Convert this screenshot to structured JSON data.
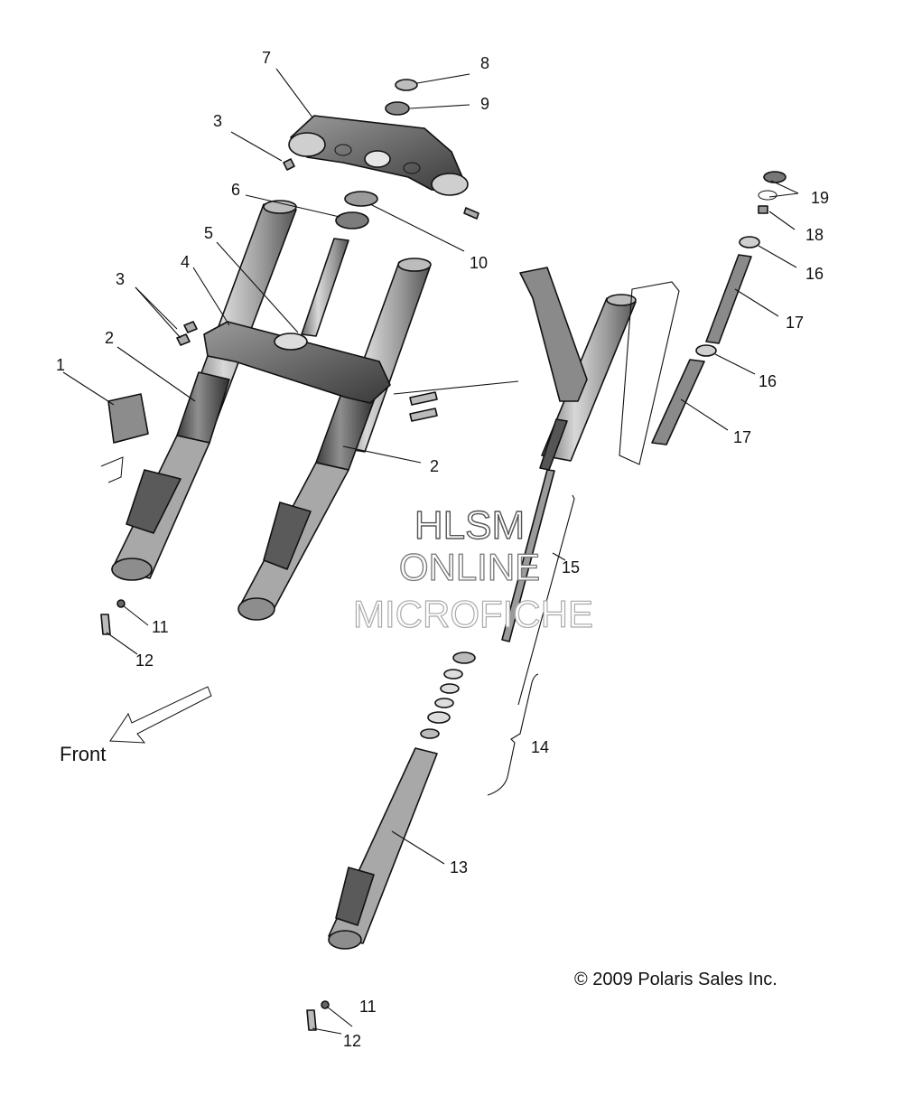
{
  "diagram": {
    "callouts": [
      {
        "id": "c1",
        "text": "1"
      },
      {
        "id": "c2a",
        "text": "2"
      },
      {
        "id": "c2b",
        "text": "2"
      },
      {
        "id": "c3a",
        "text": "3"
      },
      {
        "id": "c3b",
        "text": "3"
      },
      {
        "id": "c4",
        "text": "4"
      },
      {
        "id": "c5",
        "text": "5"
      },
      {
        "id": "c6",
        "text": "6"
      },
      {
        "id": "c7",
        "text": "7"
      },
      {
        "id": "c8",
        "text": "8"
      },
      {
        "id": "c9",
        "text": "9"
      },
      {
        "id": "c10",
        "text": "10"
      },
      {
        "id": "c11a",
        "text": "11"
      },
      {
        "id": "c11b",
        "text": "11"
      },
      {
        "id": "c12a",
        "text": "12"
      },
      {
        "id": "c12b",
        "text": "12"
      },
      {
        "id": "c13",
        "text": "13"
      },
      {
        "id": "c14",
        "text": "14"
      },
      {
        "id": "c15",
        "text": "15"
      },
      {
        "id": "c16a",
        "text": "16"
      },
      {
        "id": "c16b",
        "text": "16"
      },
      {
        "id": "c17a",
        "text": "17"
      },
      {
        "id": "c17b",
        "text": "17"
      },
      {
        "id": "c18",
        "text": "18"
      },
      {
        "id": "c19",
        "text": "19"
      }
    ],
    "direction_label": "Front",
    "copyright": "© 2009 Polaris Sales Inc.",
    "watermark": {
      "line1": "HLSM",
      "line2": "ONLINE",
      "line3": "MICROFICHE"
    }
  }
}
